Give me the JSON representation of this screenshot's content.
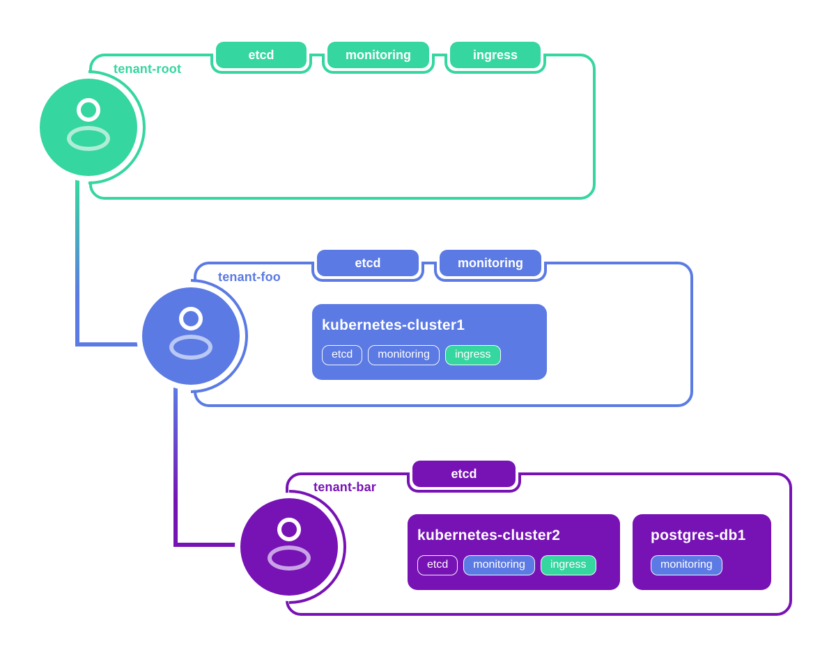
{
  "palette": {
    "green": "#35d6a0",
    "blue": "#5b7ae3",
    "purple": "#7712b5",
    "soft_green": "#b0edd6",
    "soft_blue": "#b9c8f5",
    "soft_purple": "#c9a3e6",
    "tag_text": "#ffffff"
  },
  "tenants": [
    {
      "name": "tenant-root",
      "color": "#35d6a0",
      "tags": [
        "etcd",
        "monitoring",
        "ingress"
      ],
      "workloads": []
    },
    {
      "name": "tenant-foo",
      "color": "#5b7ae3",
      "tags": [
        "etcd",
        "monitoring"
      ],
      "workloads": [
        {
          "title": "kubernetes-cluster1",
          "pills": [
            {
              "label": "etcd",
              "style": "outline"
            },
            {
              "label": "monitoring",
              "style": "outline"
            },
            {
              "label": "ingress",
              "style": "green"
            }
          ]
        }
      ]
    },
    {
      "name": "tenant-bar",
      "color": "#7712b5",
      "tags": [
        "etcd"
      ],
      "workloads": [
        {
          "title": "kubernetes-cluster2",
          "pills": [
            {
              "label": "etcd",
              "style": "outline"
            },
            {
              "label": "monitoring",
              "style": "blue"
            },
            {
              "label": "ingress",
              "style": "green"
            }
          ]
        },
        {
          "title": "postgres-db1",
          "pills": [
            {
              "label": "monitoring",
              "style": "blue"
            }
          ]
        }
      ]
    }
  ]
}
